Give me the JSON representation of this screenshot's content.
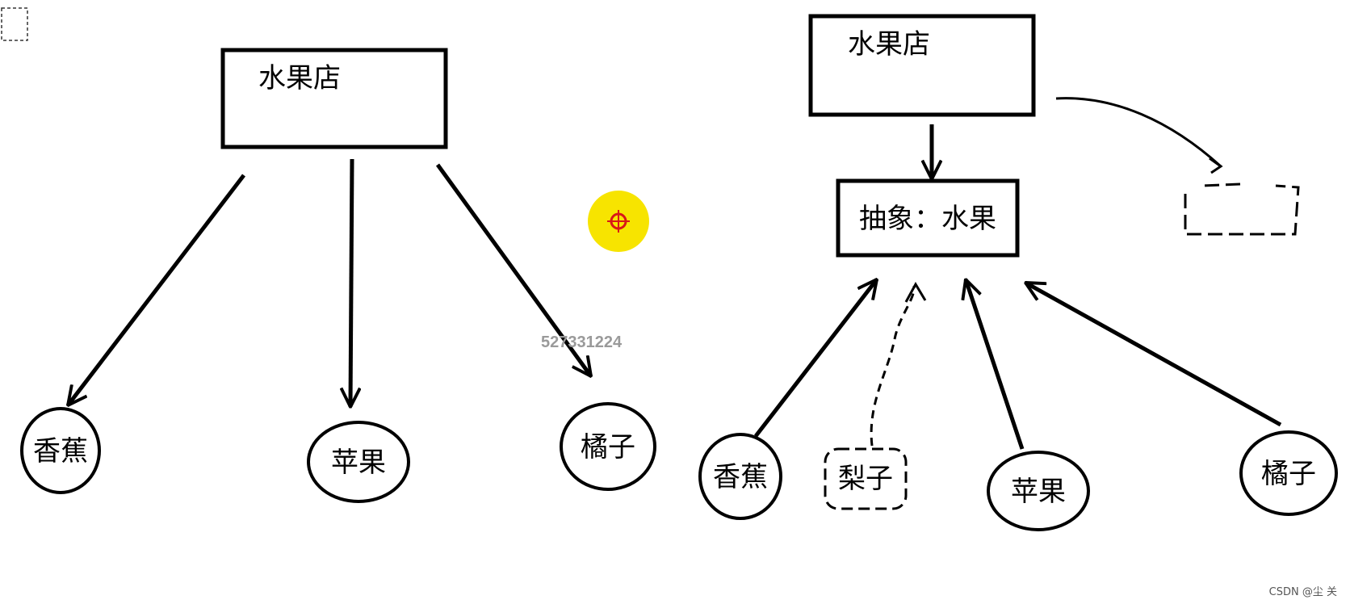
{
  "left_diagram": {
    "store_label": "水果店",
    "fruits": [
      "香蕉",
      "苹果",
      "橘子"
    ]
  },
  "right_diagram": {
    "store_label": "水果店",
    "abstract_label": "抽象：水果",
    "fruits": [
      "香蕉",
      "梨子",
      "苹果",
      "橘子"
    ]
  },
  "watermark": "527331224",
  "credit": "CSDN @尘  关",
  "colors": {
    "ink": "#000000",
    "cursor_highlight": "#f7e400",
    "cursor_center": "#d81818",
    "watermark": "#9a9a9a"
  }
}
